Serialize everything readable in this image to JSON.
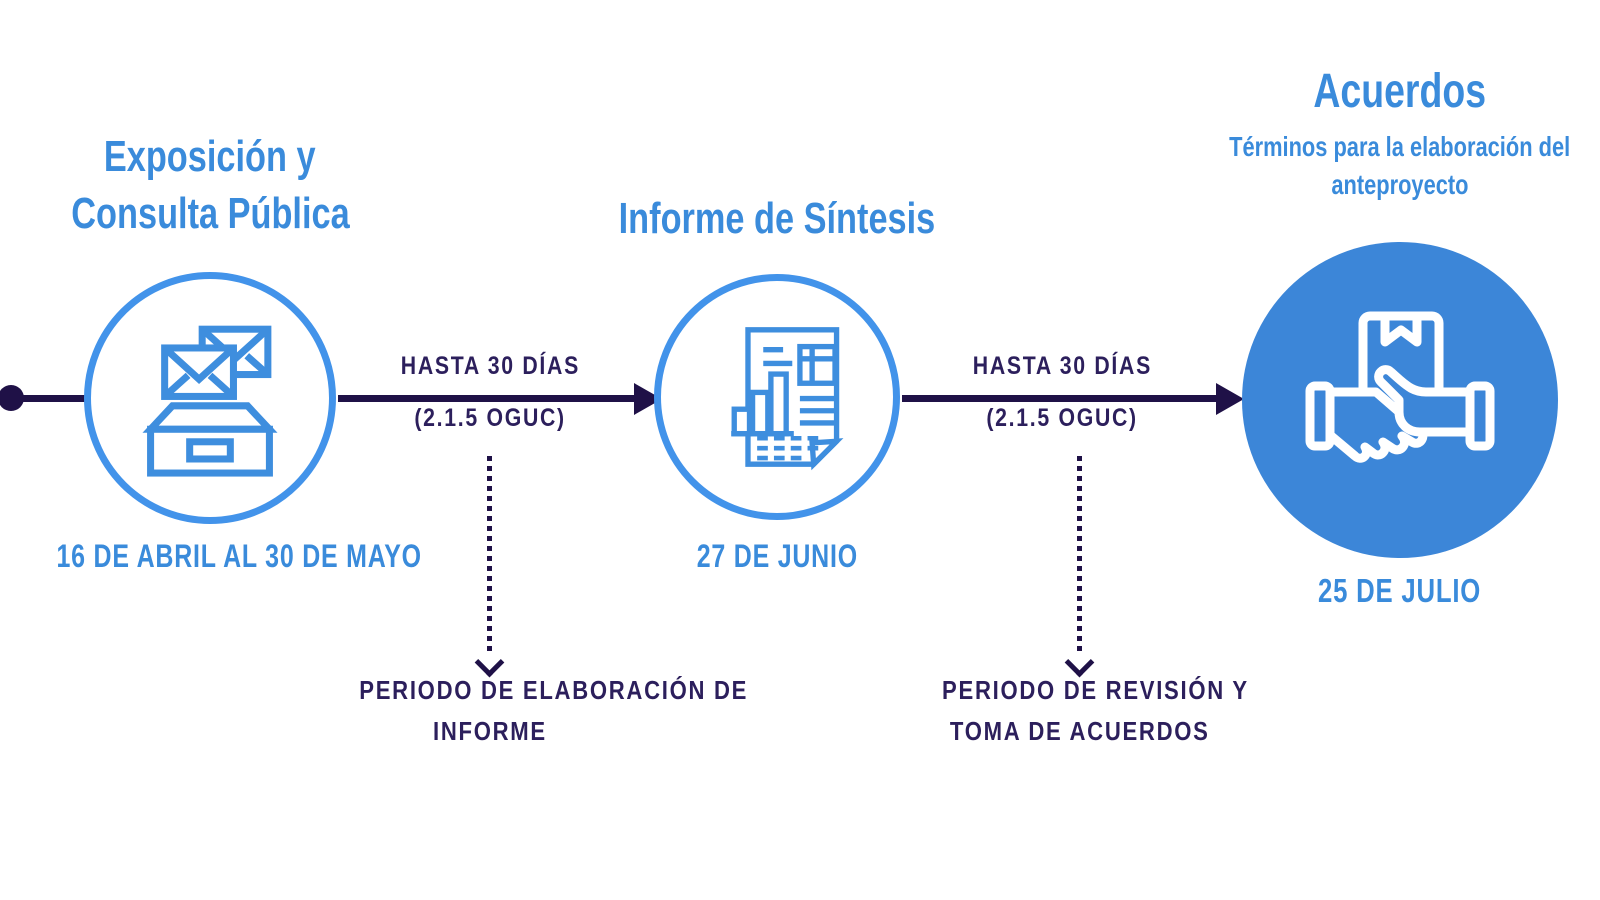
{
  "palette": {
    "heading_blue": "#3A8BDB",
    "circle_stroke_blue": "#4293EA",
    "icon_stroke_blue": "#3E8EDE",
    "filled_circle_blue": "#3C86D8",
    "timeline_navy": "#1F1147",
    "label_navy": "#2C1F5C"
  },
  "timeline": {
    "steps": [
      {
        "title_lines": [
          "Exposición y",
          "Consulta Pública"
        ],
        "date": "16 DE ABRIL AL 30 DE MAYO",
        "icon": "inbox-envelopes-icon",
        "style": "outline"
      },
      {
        "title_lines": [
          "Informe de Síntesis"
        ],
        "date": "27 DE JUNIO",
        "icon": "report-document-icon",
        "style": "outline"
      },
      {
        "title_lines": [
          "Acuerdos"
        ],
        "subtitle_lines": [
          "Términos para la elaboración del",
          "anteproyecto"
        ],
        "date": "25 DE JULIO",
        "icon": "handshake-package-icon",
        "style": "filled"
      }
    ],
    "connectors": [
      {
        "duration": "HASTA 30 DÍAS",
        "regulation": "(2.1.5 OGUC)",
        "note_lines": [
          "PERIODO DE ELABORACIÓN DE",
          "INFORME"
        ]
      },
      {
        "duration": "HASTA 30 DÍAS",
        "regulation": "(2.1.5 OGUC)",
        "note_lines": [
          "PERIODO DE REVISIÓN Y",
          "TOMA DE ACUERDOS"
        ]
      }
    ]
  }
}
